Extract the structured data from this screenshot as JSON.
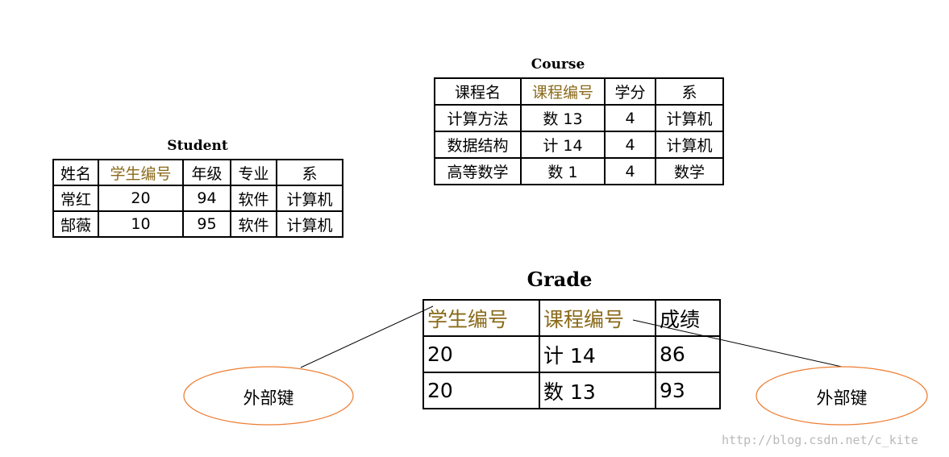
{
  "student": {
    "title": "Student",
    "headers": [
      "姓名",
      "学生编号",
      "年级",
      "专业",
      "系"
    ],
    "rows": [
      [
        "常红",
        "20",
        "94",
        "软件",
        "计算机"
      ],
      [
        "郜薇",
        "10",
        "95",
        "软件",
        "计算机"
      ]
    ]
  },
  "course": {
    "title": "Course",
    "headers": [
      "课程名",
      "课程编号",
      "学分",
      "系"
    ],
    "rows": [
      [
        "计算方法",
        "数 13",
        "4",
        "计算机"
      ],
      [
        "数据结构",
        "计 14",
        "4",
        "计算机"
      ],
      [
        "高等数学",
        "数 1",
        "4",
        "数学"
      ]
    ]
  },
  "grade": {
    "title": "Grade",
    "headers": [
      "学生编号",
      "课程编号",
      "成绩"
    ],
    "rows": [
      [
        "20",
        "计 14",
        "86"
      ],
      [
        "20",
        "数 13",
        "93"
      ]
    ]
  },
  "annotations": {
    "left": "外部键",
    "right": "外部键"
  },
  "watermark": "http://blog.csdn.net/c_kite",
  "colors": {
    "highlight": "#f6cf6a",
    "ellipse": "#ed7d31"
  }
}
